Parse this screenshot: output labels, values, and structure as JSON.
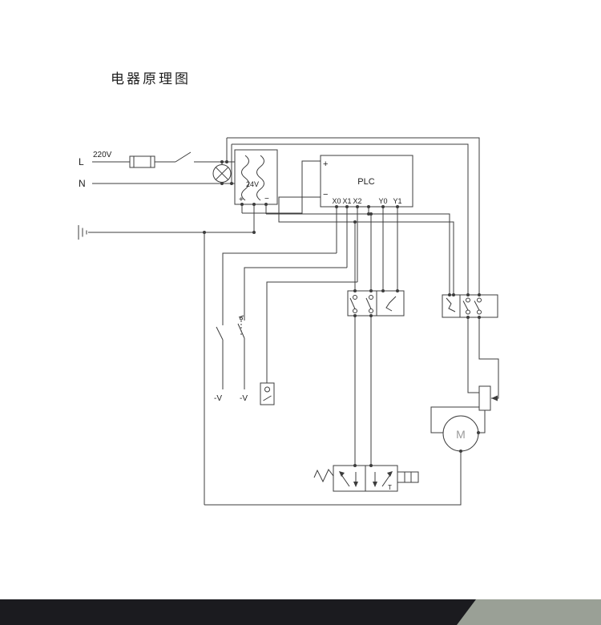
{
  "title": "电器原理图",
  "colors": {
    "background": "#ffffff",
    "line": "#3c3c3c",
    "footer_dark": "#1b1b1f",
    "footer_gray": "#9aa096",
    "motor_label": "#9a9a9a"
  },
  "power": {
    "voltage_label": "220V",
    "live_label": "L",
    "neutral_label": "N"
  },
  "transformer": {
    "voltage_label": "24V",
    "positive_label": "+",
    "negative_label": "−"
  },
  "plc": {
    "title": "PLC",
    "positive_label": "+",
    "negative_label": "−",
    "input_terminals": [
      "X0",
      "X1",
      "X2"
    ],
    "output_terminals": [
      "Y0",
      "Y1"
    ]
  },
  "switches": {
    "switch1_label": "-V",
    "switch2_label": "-V"
  },
  "motor": {
    "label": "M"
  },
  "valve": {
    "tank_port_label": "T"
  }
}
